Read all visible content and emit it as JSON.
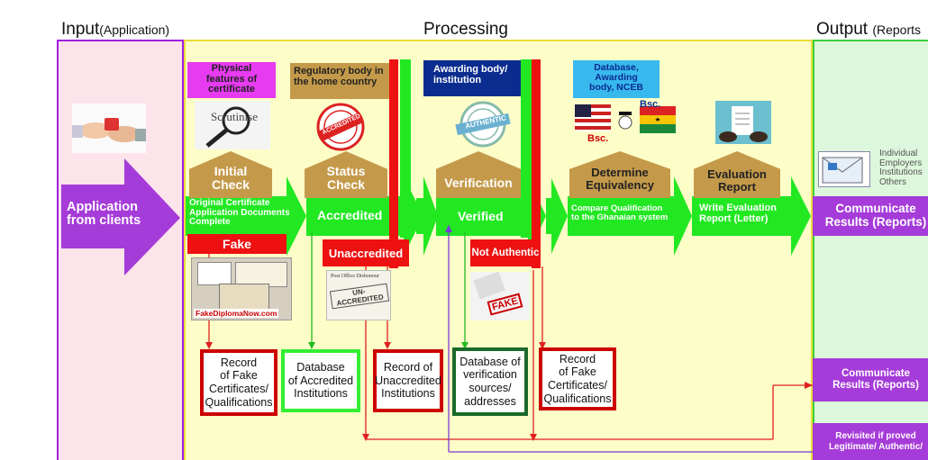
{
  "headers": {
    "input": "Input",
    "input_sub": "(Application)",
    "processing": "Processing",
    "output": "Output",
    "output_sub": "(Reports"
  },
  "input": {
    "arrow_text": "Application\nfrom clients"
  },
  "stages": {
    "initial": {
      "label": "Physical\nfeatures of\ncertificate",
      "stamp_text": "Scrutinise",
      "title": "Initial\nCheck",
      "detail": "Original Certificate\nApplication Documents\nComplete",
      "fail": "Fake",
      "doc_text": "FakeDiplomaNow.com",
      "record": "Record\nof Fake\nCertificates/\nQualifications"
    },
    "status": {
      "label": "Regulatory body in\nthe home country",
      "stamp_text": "ACCREDITED",
      "title": "Status\nCheck",
      "pass": "Accredited",
      "fail": "Unaccredited",
      "doc_text": "UN-\nACCREDITED",
      "doc_header": "Post Office Dishonour",
      "record_pass": "Database\nof Accredited\nInstitutions",
      "record_fail": "Record of\nUnaccredited\nInstitutions"
    },
    "verification": {
      "label": "Awarding body/\ninstitution",
      "stamp_text": "AUTHENTIC",
      "title": "Verification",
      "pass": "Verified",
      "fail": "Not Authentic",
      "stamp2_text": "FAKE",
      "record_pass": "Database of\nverification\nsources/\naddresses",
      "record_fail": "Record\nof Fake\nCertificates/\nQualifications"
    },
    "equivalency": {
      "label": "Database,\nAwarding\nbody, NCEB",
      "flag_left_tag": "Bsc.",
      "flag_right_tag": "Bsc.",
      "title": "Determine\nEquivalency",
      "detail": "Compare Qualification\nto the Ghanaian system"
    },
    "evaluation": {
      "title": "Evaluation\nReport",
      "detail": "Write Evaluation\nReport (Letter)"
    }
  },
  "output": {
    "recipients": "Individual\nEmployers\nInstitutions\nOthers",
    "communicate_top": "Communicate\nResults (Reports)",
    "communicate_bottom": "Communicate\nResults (Reports)",
    "revisited": "Revisited if proved\nLegitimate/ Authentic/"
  },
  "colors": {
    "input_fill": "#fde4ea",
    "input_border": "#a020e0",
    "processing_fill": "#fdfdc8",
    "processing_border": "#e8dc3a",
    "output_fill": "#ddf7dc",
    "output_border": "#3ad13a",
    "arrow_green": "#22e822",
    "arrow_purple": "#a53bd8",
    "fail_red": "#ee1111",
    "tan": "#c49a4a",
    "navy": "#0b2c8f"
  }
}
